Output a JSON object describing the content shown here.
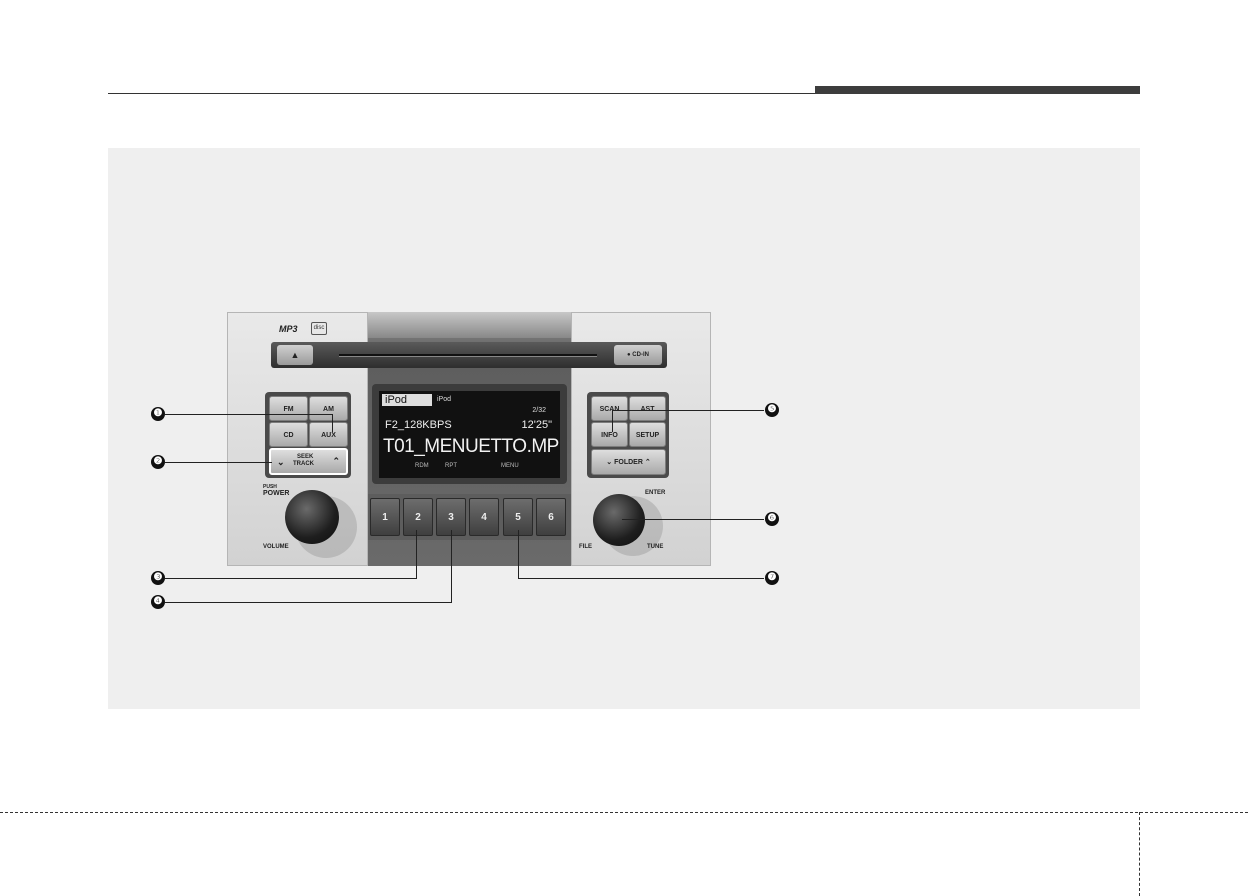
{
  "radio": {
    "logo": "MP3",
    "logo_disc": "disc",
    "eject_symbol": "▲",
    "cd_in": "● CD-IN",
    "left_buttons": {
      "fm": "FM",
      "am": "AM",
      "cd": "CD",
      "aux": "AUX",
      "seek_top": "SEEK",
      "seek_bottom": "TRACK"
    },
    "right_buttons": {
      "scan": "SCAN",
      "ast": "AST",
      "info": "INFO",
      "setup": "SETUP",
      "folder": "FOLDER"
    },
    "display": {
      "tab": "iPod",
      "tab_secondary": "iPod",
      "track_count": "2/32",
      "bitrate": "F2_128KBPS",
      "time": "12'25\"",
      "song": "T01_MENUETTO.MP",
      "soft_keys": [
        "RDM",
        "RPT",
        "MENU"
      ]
    },
    "presets": [
      "1",
      "2",
      "3",
      "4",
      "5",
      "6"
    ],
    "volume_labels": {
      "push": "PUSH",
      "power": "POWER",
      "volume": "VOLUME"
    },
    "tune_labels": {
      "enter": "ENTER",
      "file": "FILE",
      "tune": "TUNE"
    }
  },
  "callouts": [
    "❶",
    "❷",
    "❸",
    "❹",
    "❺",
    "❻",
    "❼"
  ],
  "colors": {
    "figure_bg": "#efefef",
    "header_bar": "#3d3d3d"
  }
}
